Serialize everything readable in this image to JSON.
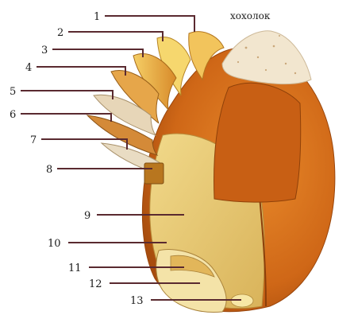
{
  "top_label": "хохолок",
  "labels": [
    "1",
    "2",
    "3",
    "4",
    "5",
    "6",
    "7",
    "8",
    "9",
    "10",
    "11",
    "12",
    "13"
  ],
  "colors": {
    "kernel_orange": "#d9741c",
    "kernel_dark": "#b65410",
    "endosperm_yellow": "#e9c86a",
    "leader_line": "#5a2a30"
  }
}
